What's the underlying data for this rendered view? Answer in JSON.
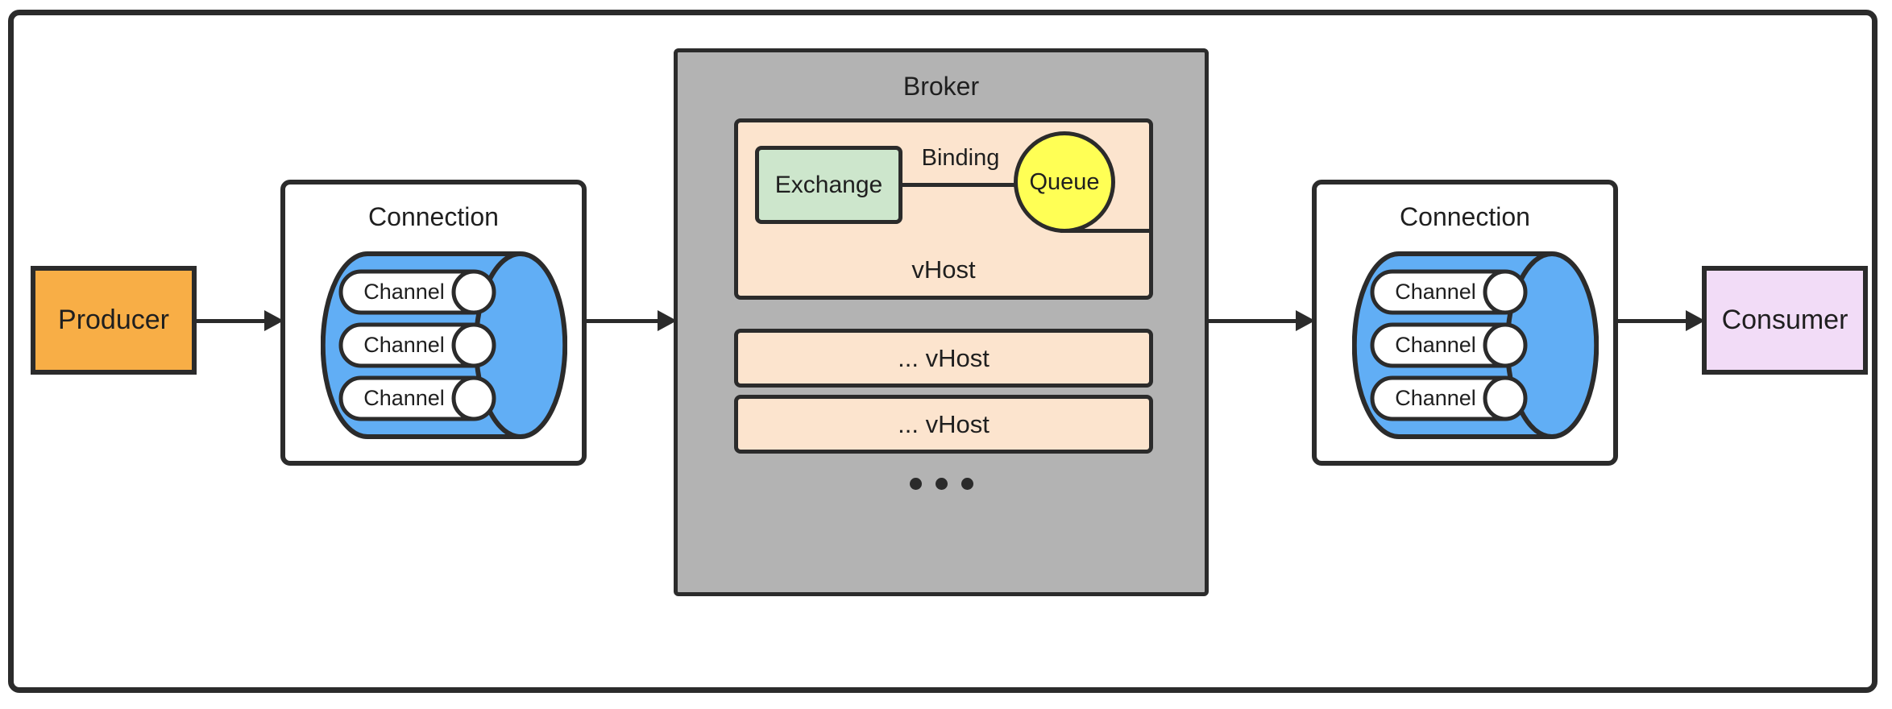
{
  "diagram": {
    "title_absent": true,
    "colors": {
      "producer_fill": "#F8AE46",
      "consumer_fill": "#F2DCF7",
      "connection_fill": "#FFFFFF",
      "cylinder_fill": "#61AEF5",
      "channel_fill": "#FFFFFF",
      "broker_fill": "#B3B3B3",
      "vhost_fill": "#FCE4CE",
      "exchange_fill": "#CDE6CC",
      "queue_fill": "#FFFF55",
      "stroke": "#2B2B2B"
    }
  },
  "producer": {
    "label": "Producer"
  },
  "consumer": {
    "label": "Consumer"
  },
  "connections": [
    {
      "title": "Connection",
      "channels": [
        {
          "label": "Channel"
        },
        {
          "label": "Channel"
        },
        {
          "label": "Channel"
        }
      ]
    },
    {
      "title": "Connection",
      "channels": [
        {
          "label": "Channel"
        },
        {
          "label": "Channel"
        },
        {
          "label": "Channel"
        }
      ]
    }
  ],
  "broker": {
    "title": "Broker",
    "vhost_main": {
      "label": "vHost",
      "exchange": {
        "label": "Exchange"
      },
      "queue": {
        "label": "Queue"
      },
      "binding": {
        "label": "Binding"
      }
    },
    "vhost_stubs": [
      {
        "label": "... vHost"
      },
      {
        "label": "... vHost"
      }
    ],
    "more_indicator": "•••"
  },
  "flow_arrows": [
    {
      "from": "Producer",
      "to": "Connection"
    },
    {
      "from": "Connection",
      "to": "Broker"
    },
    {
      "from": "Broker",
      "to": "Connection"
    },
    {
      "from": "Connection",
      "to": "Consumer"
    }
  ]
}
